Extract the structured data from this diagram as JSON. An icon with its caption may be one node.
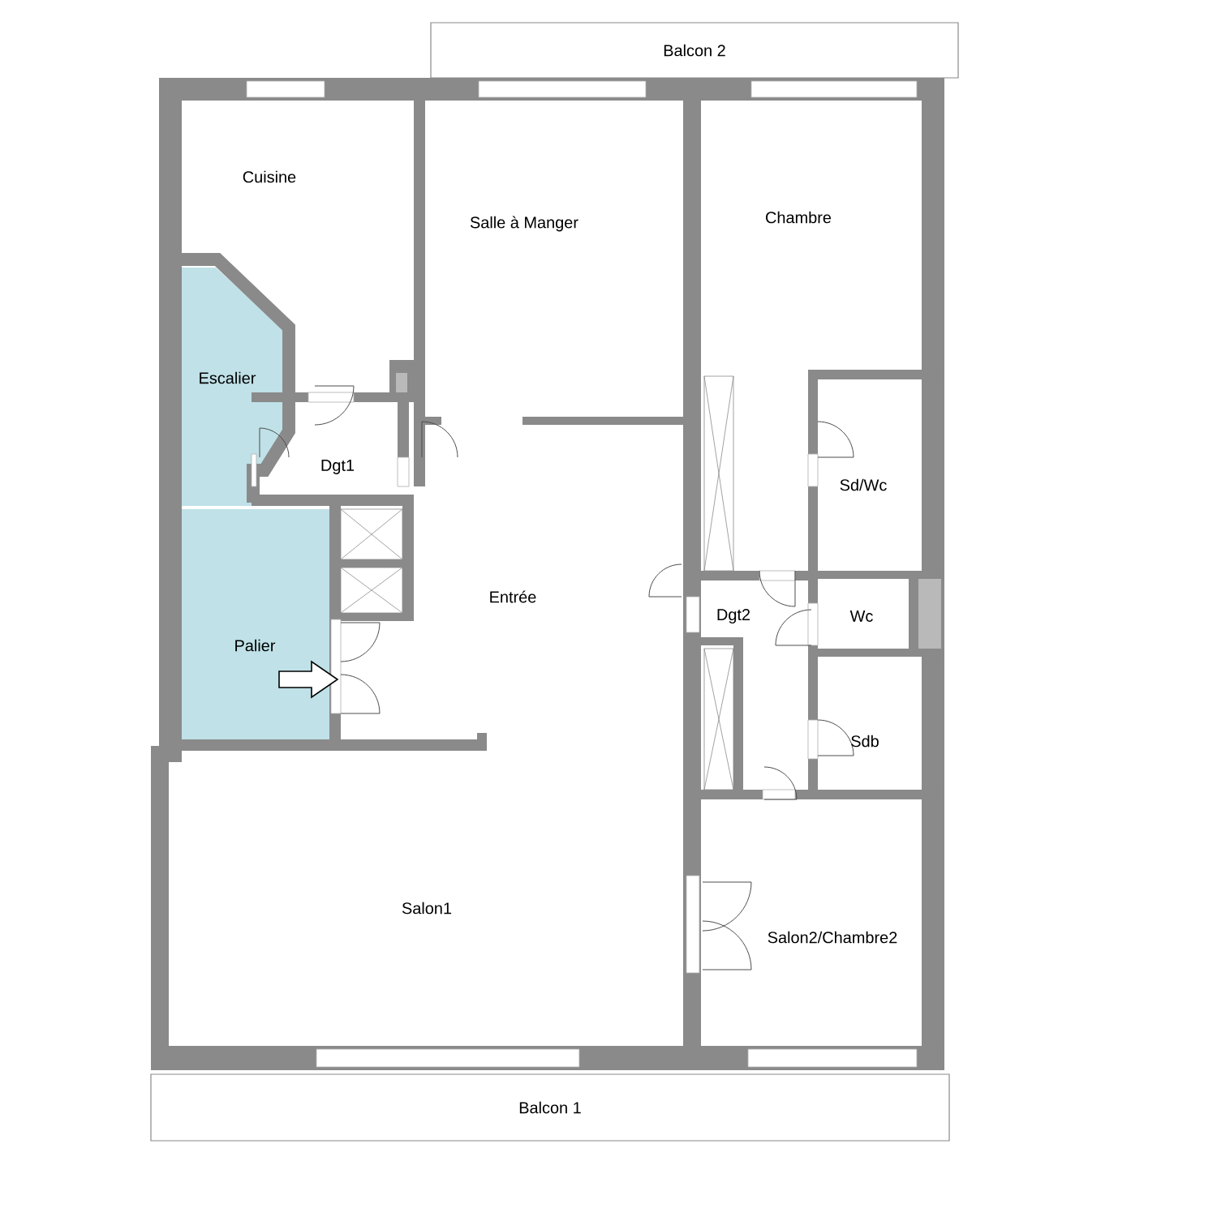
{
  "diagram": {
    "nodes": [
      {
        "text": [
          "Balcon 2"
        ]
      },
      {
        "text": [
          "Cuisine"
        ]
      },
      {
        "text": [
          "Salle à Manger"
        ]
      },
      {
        "text": [
          "Chambre"
        ]
      },
      {
        "text": [
          "Escalier"
        ]
      },
      {
        "text": [
          "Dgt1"
        ]
      },
      {
        "text": [
          "Sd/Wc"
        ]
      },
      {
        "text": [
          "Entrée"
        ]
      },
      {
        "text": [
          "Dgt2"
        ]
      },
      {
        "text": [
          "Wc"
        ]
      },
      {
        "text": [
          "Palier"
        ]
      },
      {
        "text": [
          "Sdb"
        ]
      },
      {
        "text": [
          "Salon1"
        ]
      },
      {
        "text": [
          "Salon2/Chambre2"
        ]
      },
      {
        "text": [
          "Balcon 1"
        ]
      }
    ]
  }
}
